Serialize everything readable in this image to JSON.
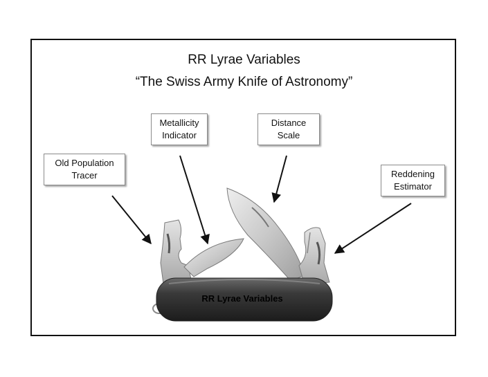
{
  "slide": {
    "title": "RR Lyrae Variables",
    "subtitle": "“The Swiss Army Knife of Astronomy”"
  },
  "labels": {
    "old_population": [
      "Old Population",
      "Tracer"
    ],
    "metallicity": [
      "Metallicity",
      "Indicator"
    ],
    "distance": [
      "Distance",
      "Scale"
    ],
    "reddening": [
      "Reddening",
      "Estimator"
    ]
  },
  "knife": {
    "handle_text": "RR Lyrae Variables",
    "handle_color": "#3a3a3a",
    "blade_color": "#c9c9c9"
  }
}
